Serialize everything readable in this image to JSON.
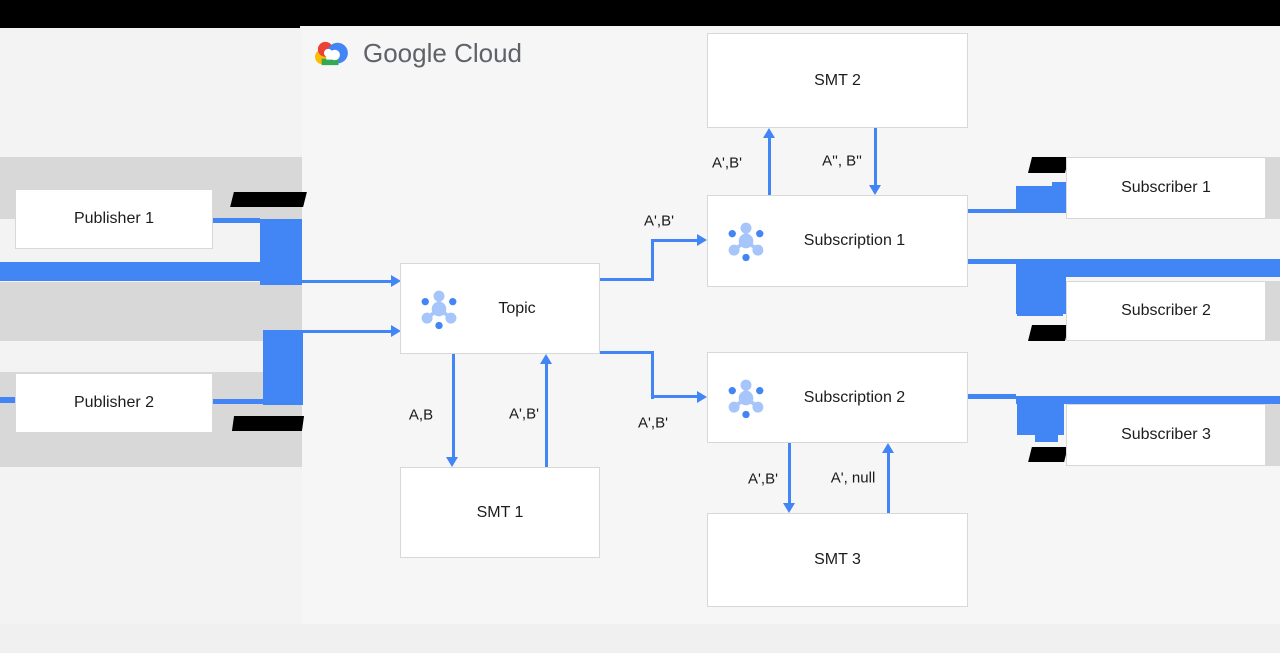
{
  "logo": {
    "brand": "Google Cloud"
  },
  "nodes": {
    "publisher1": {
      "label": "Publisher 1"
    },
    "publisher2": {
      "label": "Publisher 2"
    },
    "topic": {
      "label": "Topic"
    },
    "smt1": {
      "label": "SMT 1"
    },
    "smt2": {
      "label": "SMT 2"
    },
    "smt3": {
      "label": "SMT 3"
    },
    "subscription1": {
      "label": "Subscription 1"
    },
    "subscription2": {
      "label": "Subscription 2"
    },
    "subscriber1": {
      "label": "Subscriber 1"
    },
    "subscriber2": {
      "label": "Subscriber 2"
    },
    "subscriber3": {
      "label": "Subscriber 3"
    }
  },
  "edge_labels": {
    "topic_to_smt1": "A,B",
    "smt1_to_topic": "A',B'",
    "topic_to_subscription1": "A',B'",
    "topic_to_subscription2": "A',B'",
    "subscription1_to_smt2": "A',B'",
    "smt2_to_subscription1": "A'', B''",
    "subscription2_to_smt3": "A',B'",
    "smt3_to_subscription2": "A', null"
  },
  "colors": {
    "arrow_blue": "#4285f4",
    "icon_light_blue": "#a6c5fa",
    "icon_dark_blue": "#4285f4",
    "band_gray": "#d8d8d8",
    "redaction_black": "#000000",
    "logo_text_gray": "#5f6368"
  }
}
